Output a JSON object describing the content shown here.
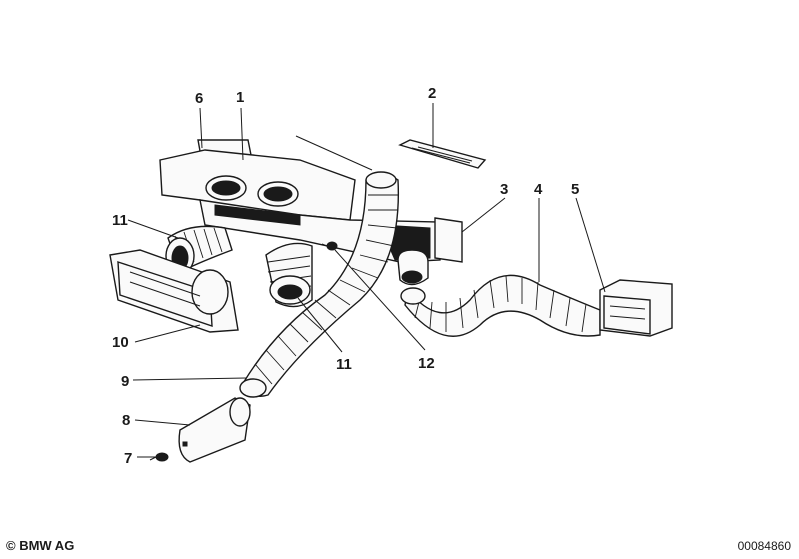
{
  "labels": {
    "l1": "1",
    "l2": "2",
    "l3": "3",
    "l4": "4",
    "l5": "5",
    "l6": "6",
    "l7": "7",
    "l8": "8",
    "l9": "9",
    "l10": "10",
    "l11a": "11",
    "l11b": "11",
    "l12": "12"
  },
  "footer": {
    "copyright": "© BMW AG",
    "doc_number": "00084860"
  }
}
